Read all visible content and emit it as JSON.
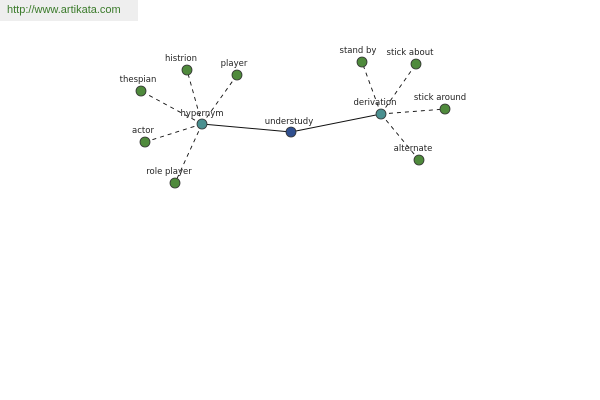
{
  "header": {
    "url": "http://www.artikata.com"
  },
  "graph": {
    "colors": {
      "center": "#2f4f8f",
      "hub": "#4a9090",
      "leaf": "#4f8a3c",
      "node_stroke": "#333333",
      "edge": "#111111"
    },
    "center": {
      "label": "understudy"
    },
    "hubs": [
      {
        "id": "hypernym",
        "label": "hypernym",
        "leaves": [
          "histrion",
          "player",
          "thespian",
          "actor",
          "role player"
        ]
      },
      {
        "id": "derivation",
        "label": "derivation",
        "leaves": [
          "stand by",
          "stick about",
          "stick around",
          "alternate"
        ]
      }
    ]
  }
}
